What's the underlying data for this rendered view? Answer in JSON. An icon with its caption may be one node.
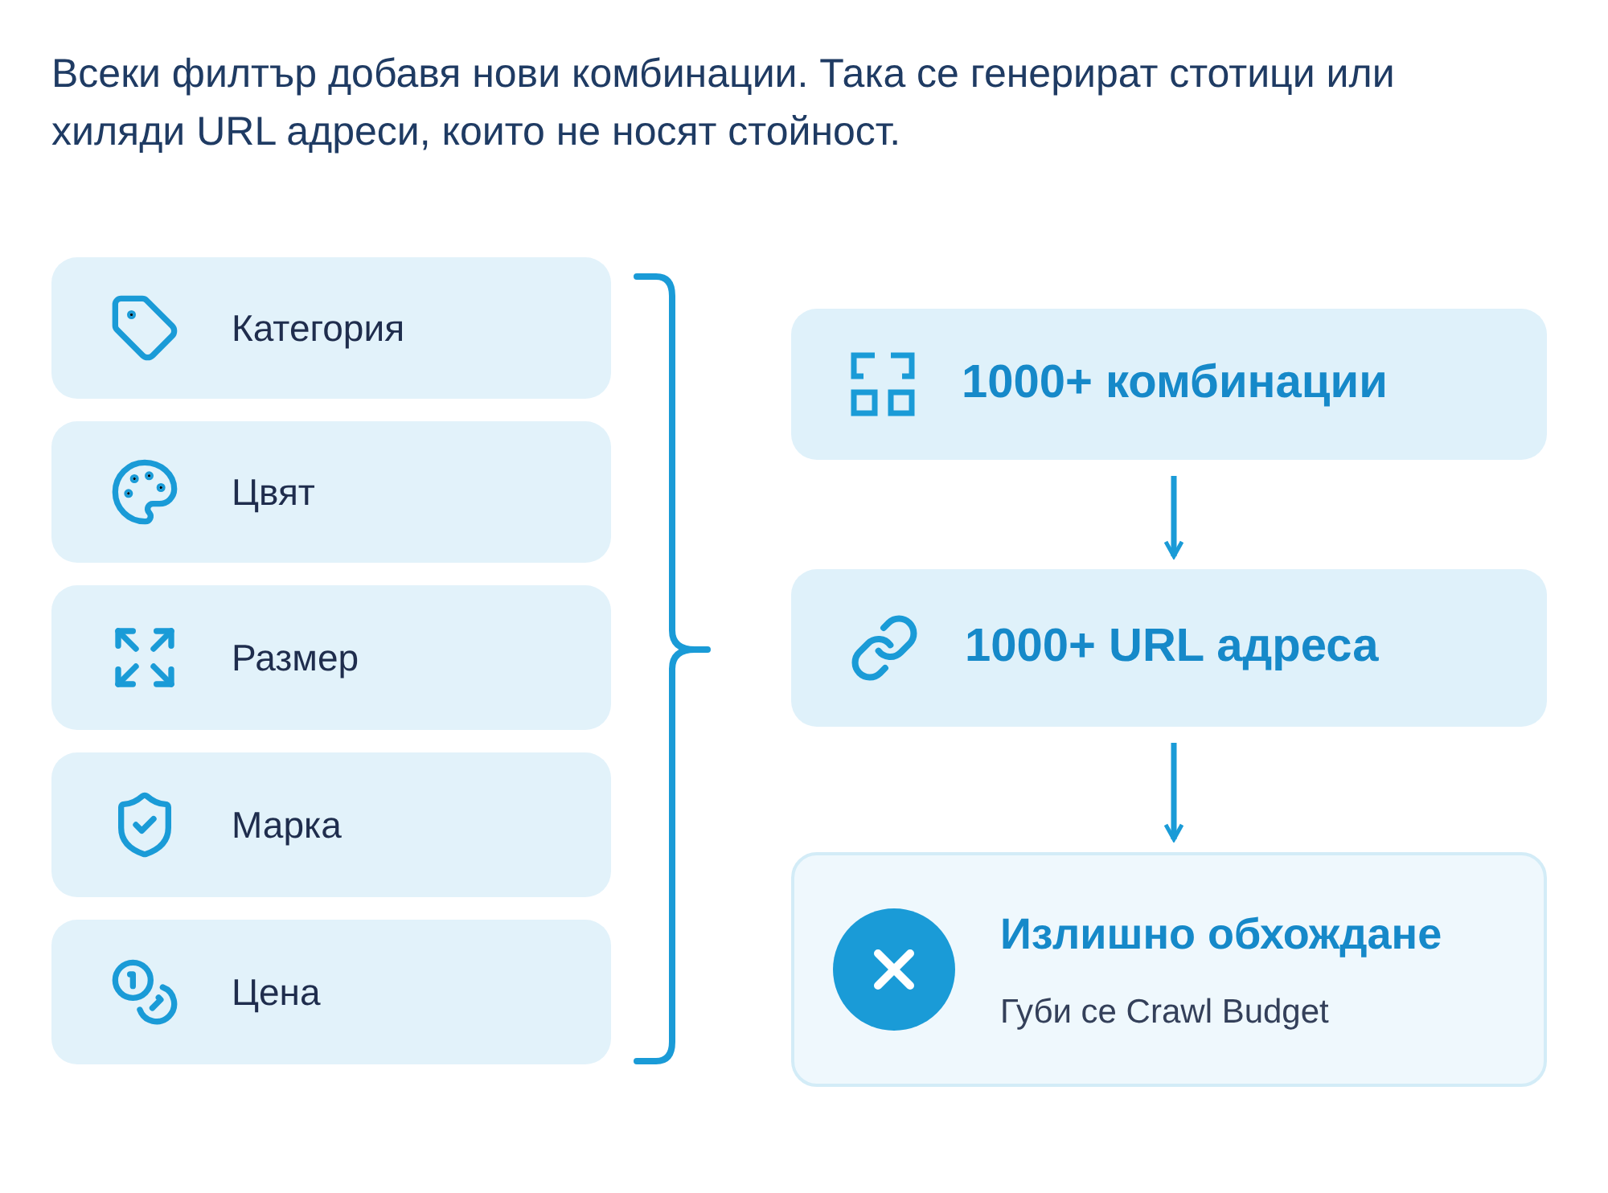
{
  "diagram": {
    "title": "Всеки филтър добавя нови комбинации. Така се генерират стотици или хиляди URL адреси, които не носят стойност.",
    "nodes": [
      {
        "text": [
          "Категория"
        ]
      },
      {
        "text": [
          "Цвят"
        ]
      },
      {
        "text": [
          "Размер"
        ]
      },
      {
        "text": [
          "Марка"
        ]
      },
      {
        "text": [
          "Цена"
        ]
      },
      {
        "text": [
          "1000+ комбинации"
        ]
      },
      {
        "text": [
          "1000+ URL адреса"
        ]
      },
      {
        "text": [
          "Излишно обхождане",
          "Губи се Crawl Budget"
        ]
      }
    ],
    "edges": [
      {
        "from": 5,
        "to": 6,
        "arrow": "to"
      },
      {
        "from": 6,
        "to": 7,
        "arrow": "to"
      }
    ]
  }
}
